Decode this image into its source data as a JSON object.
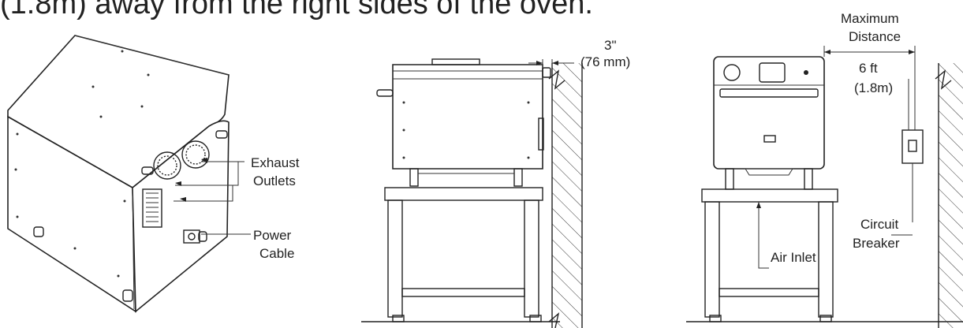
{
  "caption": "(1.8m) away from the right sides of the oven.",
  "labels": {
    "exhaust": "Exhaust",
    "outlets": "Outlets",
    "power": "Power",
    "cable": "Cable",
    "clearance": "3\"",
    "clearance_mm": "(76 mm)",
    "maximum": "Maximum",
    "distance": "Distance",
    "ft": "6 ft",
    "m": "(1.8m)",
    "circuit": "Circuit",
    "breaker": "Breaker",
    "air_inlet": "Air Inlet"
  }
}
